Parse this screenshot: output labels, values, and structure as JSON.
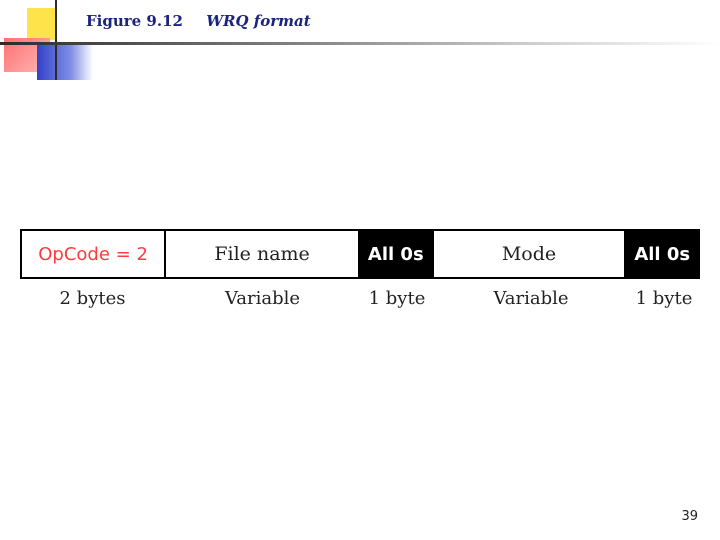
{
  "slide": {
    "figure_label": "Figure 9.12",
    "caption": "WRQ format",
    "page_number": "39"
  },
  "diagram": {
    "fields": [
      {
        "label": "OpCode = 2",
        "size": "2 bytes"
      },
      {
        "label": "File name",
        "size": "Variable"
      },
      {
        "label": "All 0s",
        "size": "1 byte"
      },
      {
        "label": "Mode",
        "size": "Variable"
      },
      {
        "label": "All 0s",
        "size": "1 byte"
      }
    ]
  },
  "colors": {
    "title": "#1a237e",
    "opcode_text": "#ff3b3b",
    "terminator_fill": "#000000"
  }
}
